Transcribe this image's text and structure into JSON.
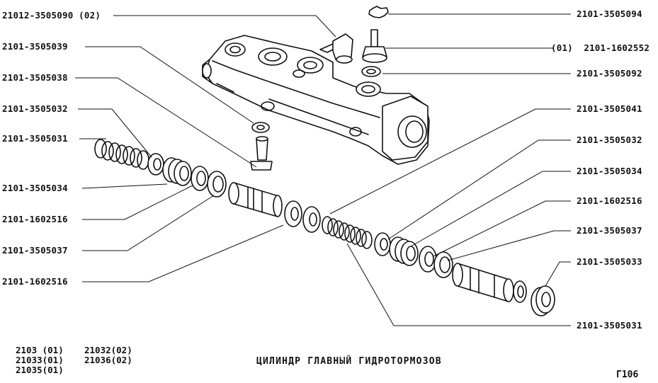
{
  "diagram": {
    "title": "ЦИЛИНДР ГЛАВНЫЙ ГИДРОТОРМОЗОВ",
    "page_number": "Г106",
    "applicability": [
      [
        "2103 (01)",
        "21032(02)"
      ],
      [
        "21033(01)",
        "21036(02)"
      ],
      [
        "21035(01)",
        ""
      ]
    ],
    "labels_left": [
      "21012-3505090 (02)",
      "2101-3505039",
      "2101-3505038",
      "2101-3505032",
      "2101-3505031",
      "2101-3505034",
      "2101-1602516",
      "2101-3505037",
      "2101-1602516"
    ],
    "labels_right": [
      "2101-3505094",
      "(01)  2101-1602552",
      "2101-3505092",
      "2101-3505041",
      "2101-3505032",
      "2101-3505034",
      "2101-1602516",
      "2101-3505037",
      "2101-3505033",
      "2101-3505031"
    ]
  }
}
